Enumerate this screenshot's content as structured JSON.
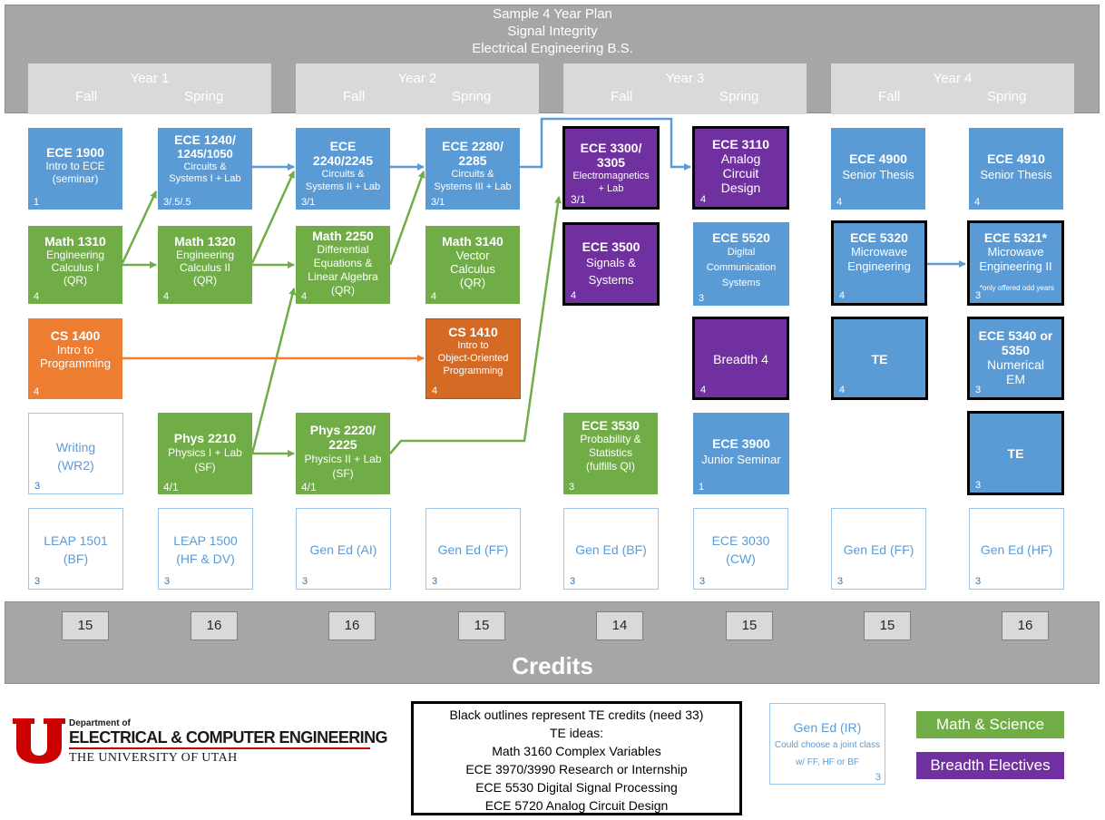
{
  "title": {
    "line1": "Sample 4 Year Plan",
    "line2": "Signal Integrity",
    "line3": "Electrical Engineering B.S."
  },
  "years": [
    {
      "label": "Year 1",
      "fall": "Fall",
      "spring": "Spring"
    },
    {
      "label": "Year 2",
      "fall": "Fall",
      "spring": "Spring"
    },
    {
      "label": "Year 3",
      "fall": "Fall",
      "spring": "Spring"
    },
    {
      "label": "Year 4",
      "fall": "Fall",
      "spring": "Spring"
    }
  ],
  "courses": {
    "ece1900": {
      "code": "ECE 1900",
      "desc": "Intro to ECE\n(seminar)",
      "credits": "1"
    },
    "ece1240": {
      "code": "ECE 1240/",
      "code2": "1245/1050",
      "desc": "Circuits &\nSystems I + Lab",
      "credits": "3/.5/.5"
    },
    "ece2240": {
      "code": "ECE",
      "code2": "2240/2245",
      "desc": "Circuits &\nSystems II + Lab",
      "credits": "3/1"
    },
    "ece2280": {
      "code": "ECE 2280/",
      "code2": "2285",
      "desc": "Circuits &\nSystems III + Lab",
      "credits": "3/1"
    },
    "ece3300": {
      "code": "ECE 3300/",
      "code2": "3305",
      "desc": "Electromagnetics\n+ Lab",
      "credits": "3/1"
    },
    "ece3110": {
      "code": "ECE 3110",
      "desc": "Analog\nCircuit\nDesign",
      "credits": "4"
    },
    "ece4900": {
      "code": "ECE 4900",
      "desc": "Senior Thesis",
      "credits": "4"
    },
    "ece4910": {
      "code": "ECE 4910",
      "desc": "Senior Thesis",
      "credits": "4"
    },
    "math1310": {
      "code": "Math 1310",
      "desc": "Engineering\nCalculus I\n(QR)",
      "credits": "4"
    },
    "math1320": {
      "code": "Math 1320",
      "desc": "Engineering\nCalculus II\n(QR)",
      "credits": "4"
    },
    "math2250": {
      "code": "Math 2250",
      "desc": "Differential\nEquations &\nLinear Algebra\n(QR)",
      "credits": "4"
    },
    "math3140": {
      "code": "Math 3140",
      "desc": "Vector\nCalculus\n(QR)",
      "credits": "4"
    },
    "ece3500": {
      "code": "ECE 3500",
      "desc": "Signals &\nSystems",
      "credits": "4"
    },
    "ece5520": {
      "code": "ECE 5520",
      "desc": "Digital\nCommunication\nSystems",
      "credits": "3"
    },
    "ece5320": {
      "code": "ECE 5320",
      "desc": "Microwave\nEngineering",
      "credits": "4"
    },
    "ece5321": {
      "code": "ECE 5321*",
      "desc": "Microwave\nEngineering II",
      "credits": "3",
      "note": "*only offered\nodd years"
    },
    "cs1400": {
      "code": "CS 1400",
      "desc": "Intro to\nProgramming",
      "credits": "4"
    },
    "cs1410": {
      "code": "CS 1410",
      "desc": "Intro to\nObject-Oriented\nProgramming",
      "credits": "4"
    },
    "breadth4": {
      "desc": "Breadth 4",
      "credits": "4"
    },
    "te1": {
      "code": "TE",
      "credits": "4"
    },
    "ece5340": {
      "code": "ECE 5340 or",
      "code2": "5350",
      "desc": "Numerical\nEM",
      "credits": "3"
    },
    "writing": {
      "desc": "Writing\n(WR2)",
      "credits": "3"
    },
    "phys2210": {
      "code": "Phys 2210",
      "desc": "Physics I + Lab\n(SF)",
      "credits": "4/1"
    },
    "phys2220": {
      "code": "Phys 2220/",
      "code2": "2225",
      "desc": "Physics II + Lab\n(SF)",
      "credits": "4/1"
    },
    "ece3530": {
      "code": "ECE 3530",
      "desc": "Probability &\nStatistics\n(fulfills QI)",
      "credits": "3"
    },
    "ece3900": {
      "code": "ECE 3900",
      "desc": "Junior Seminar",
      "credits": "1"
    },
    "te2": {
      "code": "TE",
      "credits": "3"
    },
    "leap1501": {
      "desc": "LEAP 1501\n(BF)",
      "credits": "3"
    },
    "leap1500": {
      "desc": "LEAP 1500\n(HF & DV)",
      "credits": "3"
    },
    "gened_ai": {
      "desc": "Gen Ed (AI)",
      "credits": "3"
    },
    "gened_ff": {
      "desc": "Gen Ed (FF)",
      "credits": "3"
    },
    "gened_bf": {
      "desc": "Gen Ed (BF)",
      "credits": "3"
    },
    "ece3030": {
      "desc": "ECE 3030\n(CW)",
      "credits": "3"
    },
    "gened_ff2": {
      "desc": "Gen Ed (FF)",
      "credits": "3"
    },
    "gened_hf": {
      "desc": "Gen Ed (HF)",
      "credits": "3"
    }
  },
  "credits": {
    "label": "Credits",
    "values": [
      "15",
      "16",
      "16",
      "15",
      "14",
      "15",
      "15",
      "16"
    ]
  },
  "logo": {
    "dept_of": "Department of",
    "dept_name": "ELECTRICAL & COMPUTER ENGINEERING",
    "university": "THE UNIVERSITY OF UTAH"
  },
  "legend": {
    "te_lines": [
      "Black outlines represent TE credits (need 33)",
      "TE ideas:",
      "Math 3160 Complex Variables",
      "ECE 3970/3990 Research or Internship",
      "ECE 5530 Digital Signal Processing",
      "ECE 5720 Analog Circuit Design"
    ],
    "gened_title": "Gen Ed (IR)",
    "gened_note": "Could choose a joint class w/ FF, HF or BF",
    "gened_credits": "3",
    "math_science": "Math & Science",
    "breadth": "Breadth Electives"
  },
  "colors": {
    "blue": "#5b9bd5",
    "green": "#70ad47",
    "orange": "#ed7d31",
    "purple": "#7030a0",
    "header_gray": "#a6a6a6",
    "logo_red": "#cc0000"
  }
}
